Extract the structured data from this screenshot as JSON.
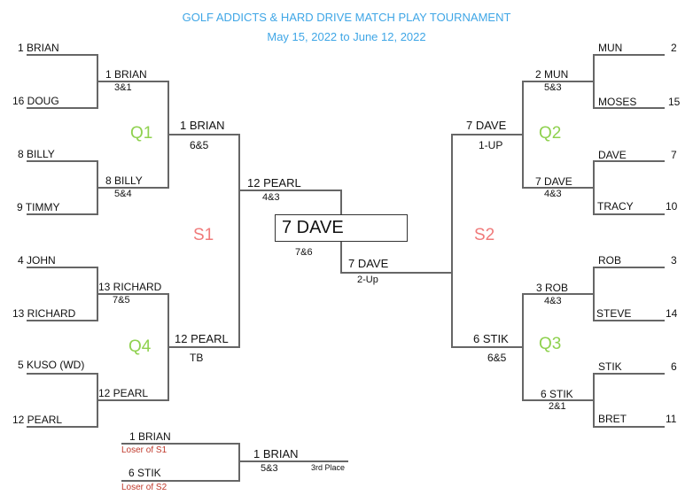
{
  "header": {
    "title": "GOLF ADDICTS & HARD DRIVE MATCH PLAY TOURNAMENT",
    "dates": "May 15, 2022 to June 12, 2022"
  },
  "colors": {
    "title": "#3fa6e6",
    "quarter": "#8fd14f",
    "semi": "#f07a7a",
    "loser": "#c0392b"
  },
  "labels": {
    "q1": "Q1",
    "q2": "Q2",
    "q3": "Q3",
    "q4": "Q4",
    "s1": "S1",
    "s2": "S2"
  },
  "left": {
    "r1": [
      "1 BRIAN",
      "16 DOUG",
      "8 BILLY",
      "9 TIMMY",
      "4 JOHN",
      "13 RICHARD",
      "5 KUSO (WD)",
      "12 PEARL"
    ],
    "r2": [
      {
        "name": "1 BRIAN",
        "score": "3&1"
      },
      {
        "name": "8 BILLY",
        "score": "5&4"
      },
      {
        "name": "13 RICHARD",
        "score": "7&5"
      },
      {
        "name": "12 PEARL",
        "score": ""
      }
    ],
    "r3": [
      {
        "name": "1 BRIAN",
        "score": "6&5"
      },
      {
        "name": "12 PEARL",
        "score": "TB"
      }
    ],
    "semi": {
      "name": "12 PEARL",
      "score": "4&3"
    }
  },
  "right": {
    "r1": [
      {
        "name": "MUN",
        "seed": "2"
      },
      {
        "name": "MOSES",
        "seed": "15"
      },
      {
        "name": "DAVE",
        "seed": "7"
      },
      {
        "name": "TRACY",
        "seed": "10"
      },
      {
        "name": "ROB",
        "seed": "3"
      },
      {
        "name": "STEVE",
        "seed": "14"
      },
      {
        "name": "STIK",
        "seed": "6"
      },
      {
        "name": "BRET",
        "seed": "11"
      }
    ],
    "r2": [
      {
        "name": "2 MUN",
        "score": "5&3"
      },
      {
        "name": "7 DAVE",
        "score": "4&3"
      },
      {
        "name": "3 ROB",
        "score": "4&3"
      },
      {
        "name": "6 STIK",
        "score": "2&1"
      }
    ],
    "r3": [
      {
        "name": "7 DAVE",
        "score": "1-UP"
      },
      {
        "name": "6 STIK",
        "score": "6&5"
      }
    ],
    "semi": {
      "name": "7 DAVE",
      "score": "2-Up"
    }
  },
  "final": {
    "champion": "7 DAVE",
    "score": "7&6"
  },
  "third_place": {
    "top": "1 BRIAN",
    "top_note": "Loser of S1",
    "bottom": "6 STIK",
    "bottom_note": "Loser of S2",
    "winner": "1 BRIAN",
    "score": "5&3",
    "label": "3rd Place"
  }
}
